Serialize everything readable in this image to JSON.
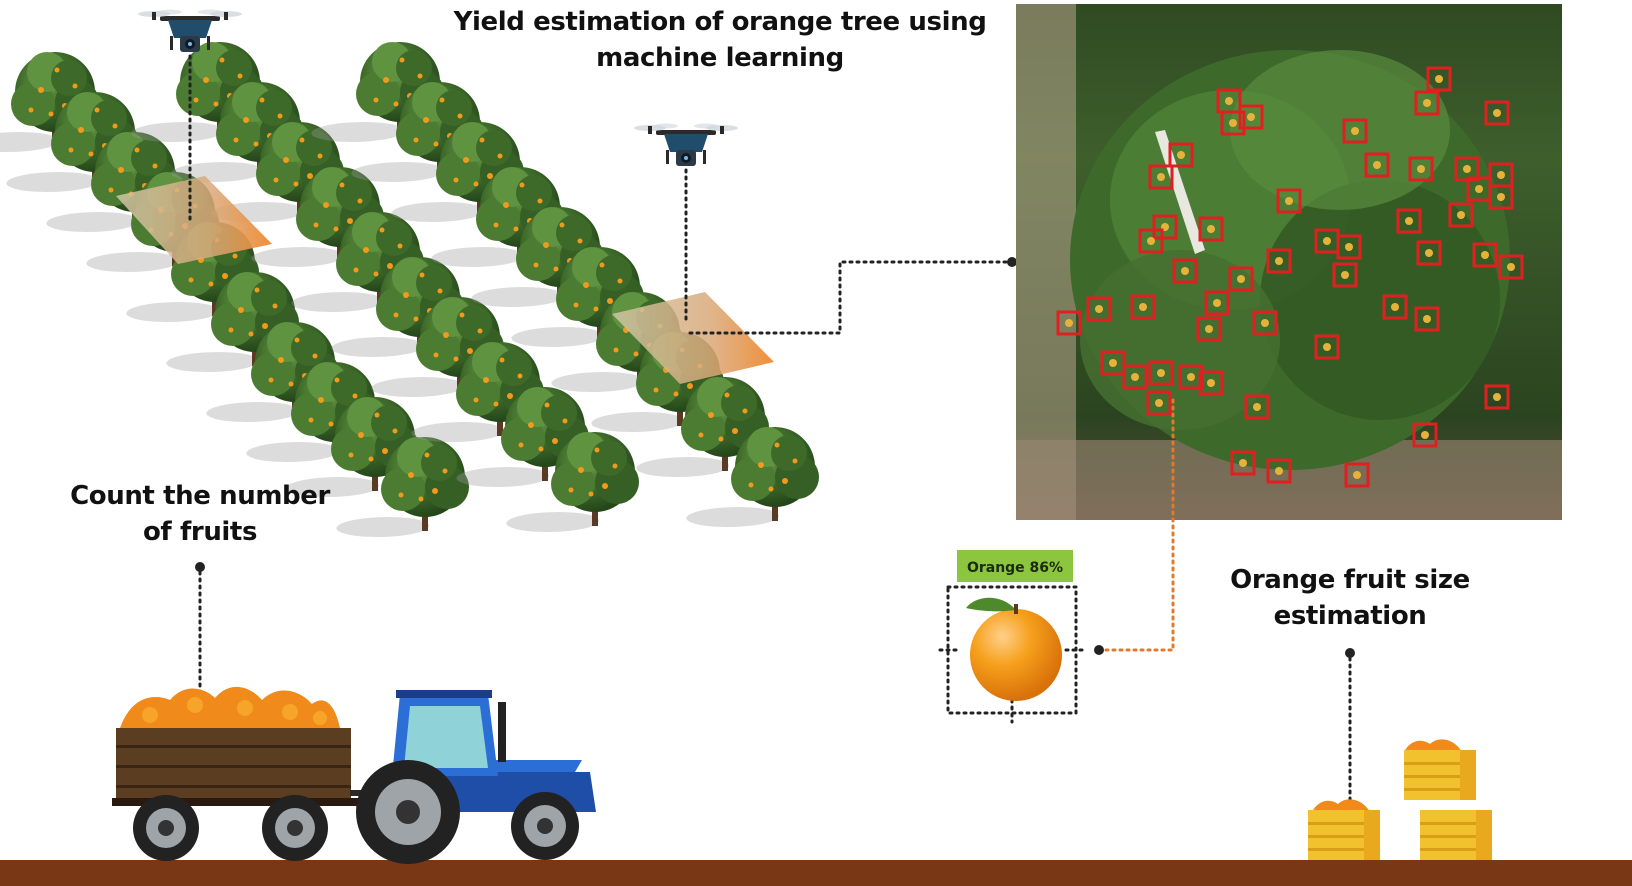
{
  "title": {
    "line1": "Yield estimation of orange tree using",
    "line2": "machine learning"
  },
  "count_label": {
    "line1": "Count the number",
    "line2": "of fruits"
  },
  "size_label": {
    "line1": "Orange fruit size",
    "line2": "estimation"
  },
  "detection": {
    "tag": "Orange 86%",
    "tag_color": "#8cc63f",
    "box_color": "#e02020"
  },
  "colors": {
    "ground": "#7a3716",
    "tree_foliage": "#3f6b2a",
    "orange_fruit": "#f29a1b",
    "drone": "#1f4d6b",
    "tractor": "#2b6fd6",
    "crate": "#f2c12e",
    "connector_dots": "#222222",
    "orange_connector": "#e2782a"
  },
  "icons": [
    "drone-icon",
    "tractor-icon",
    "crate-icon",
    "orange-fruit-icon",
    "orchard-tree-icon"
  ]
}
